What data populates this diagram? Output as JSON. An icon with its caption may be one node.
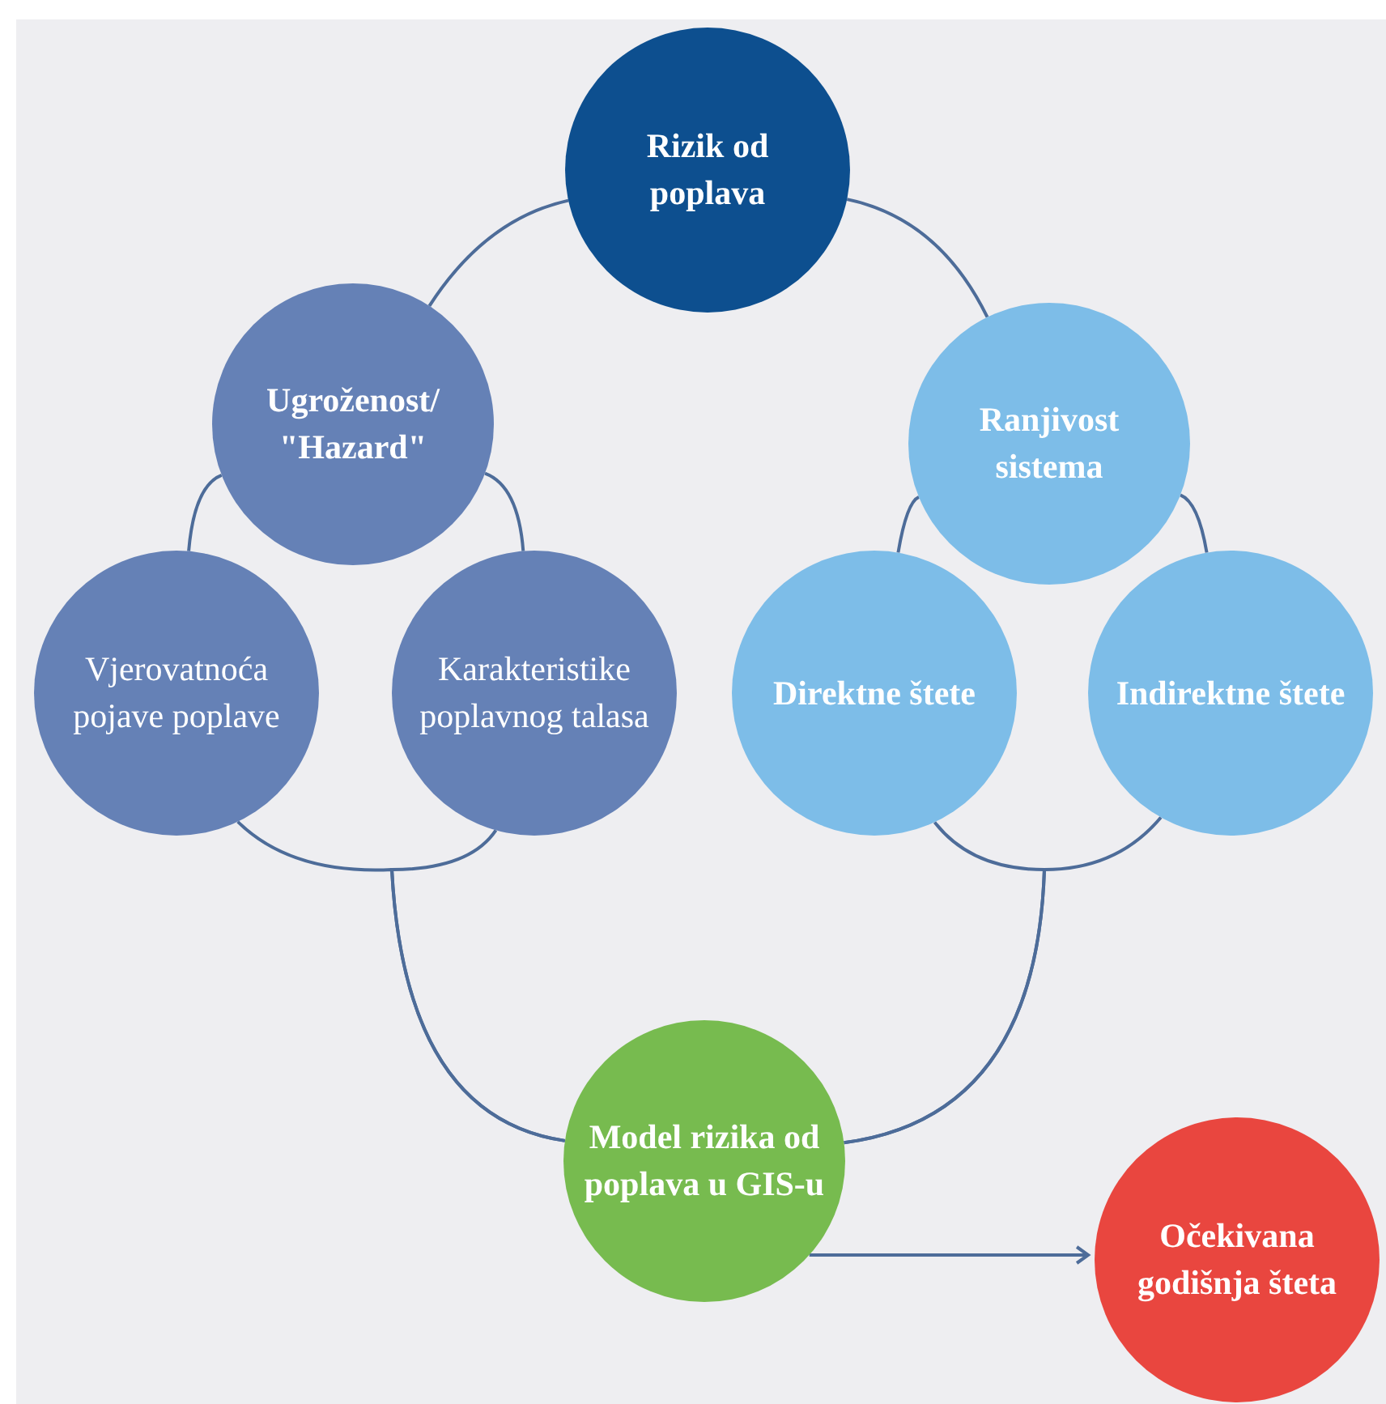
{
  "diagram": {
    "nodes": [
      {
        "text": [
          "Rizik od poplava"
        ]
      },
      {
        "text": [
          "Ugroženost/ \"Hazard\""
        ]
      },
      {
        "text": [
          "Ranjivost sistema"
        ]
      },
      {
        "text": [
          "Vjerovatnoća pojave poplave"
        ]
      },
      {
        "text": [
          "Karakteristike poplavnog talasa"
        ]
      },
      {
        "text": [
          "Direktne štete"
        ]
      },
      {
        "text": [
          "Indirektne štete"
        ]
      },
      {
        "text": [
          "Model rizika od poplava u GIS-u"
        ]
      },
      {
        "text": [
          "Očekivana godišnja šteta"
        ]
      }
    ],
    "edges": [
      {
        "from": 0,
        "to": 1,
        "arrow": "none"
      },
      {
        "from": 0,
        "to": 2,
        "arrow": "none"
      },
      {
        "from": 1,
        "to": 3,
        "arrow": "none"
      },
      {
        "from": 1,
        "to": 4,
        "arrow": "none"
      },
      {
        "from": 2,
        "to": 5,
        "arrow": "none"
      },
      {
        "from": 2,
        "to": 6,
        "arrow": "none"
      },
      {
        "from": 3,
        "to": 7,
        "arrow": "none"
      },
      {
        "from": 4,
        "to": 7,
        "arrow": "none"
      },
      {
        "from": 5,
        "to": 7,
        "arrow": "none"
      },
      {
        "from": 6,
        "to": 7,
        "arrow": "none"
      },
      {
        "from": 7,
        "to": 8,
        "arrow": "to"
      }
    ]
  }
}
